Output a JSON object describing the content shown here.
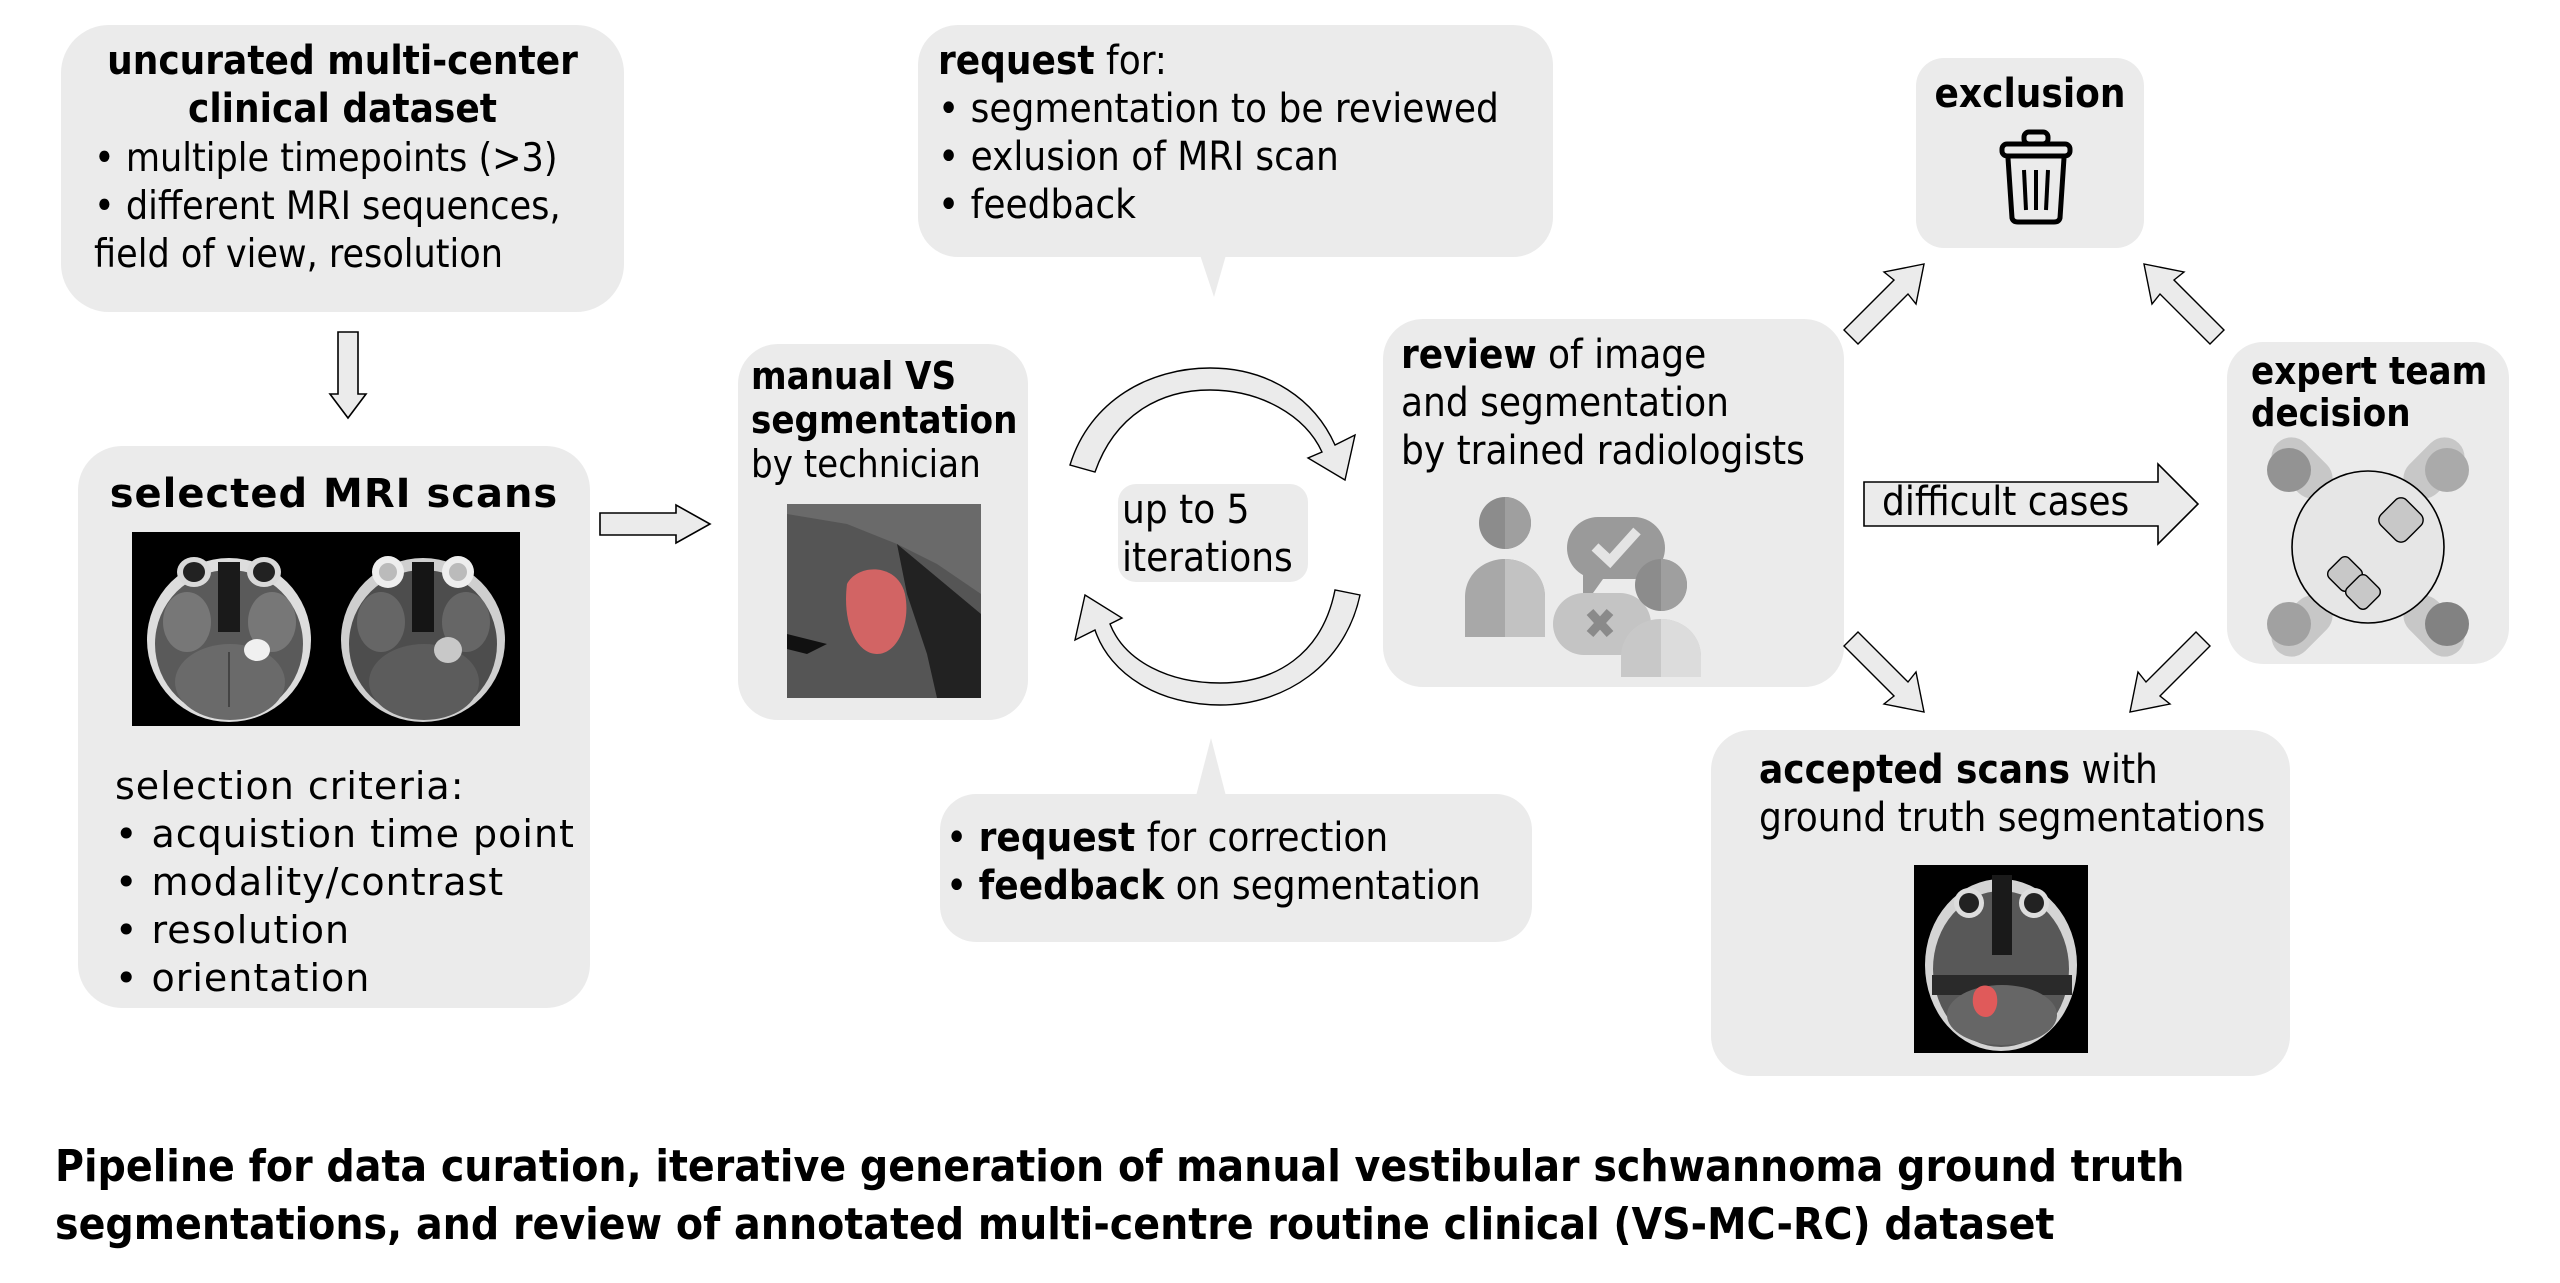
{
  "colors": {
    "box_fill": "#ebebeb",
    "arrow_fill": "#ebebeb",
    "arrow_stroke": "#000000",
    "segmentation_overlay": "#e05a5a"
  },
  "dataset_box": {
    "title_line1": "uncurated multi-center",
    "title_line2": "clinical dataset",
    "bullets": [
      "• multiple timepoints (>3)",
      "• different MRI sequences,"
    ],
    "continuation": "field of view, resolution"
  },
  "selected_box": {
    "title": "selected MRI scans",
    "images": [
      "mri-axial-t1-contrast",
      "mri-axial-t2"
    ],
    "criteria_label": "selection criteria:",
    "criteria": [
      "• acquistion time point",
      "• modality/contrast",
      "• resolution",
      "• orientation"
    ]
  },
  "manual_box": {
    "title_line1": "manual VS",
    "title_line2": "segmentation",
    "subtitle": "by technician",
    "image": "mri-tumor-segmentation-closeup"
  },
  "request_bubble": {
    "bold": "request",
    "rest": " for:",
    "bullets": [
      "• segmentation to be reviewed",
      "• exlusion of MRI scan",
      "• feedback"
    ]
  },
  "iterations_label": {
    "line1": "up to 5",
    "line2": "iterations"
  },
  "correction_bubble": {
    "items": [
      {
        "bullet": "• ",
        "bold": "request",
        "rest": " for correction"
      },
      {
        "bullet": "• ",
        "bold": "feedback",
        "rest": " on segmentation"
      }
    ]
  },
  "review_box": {
    "bold": "review",
    "line1_rest": " of image",
    "line2": "and segmentation",
    "line3": "by trained radiologists",
    "icon": "radiologists-discussion-icon"
  },
  "exclusion_box": {
    "title": "exclusion",
    "icon": "trash-icon"
  },
  "difficult_arrow": {
    "label": "difficult cases"
  },
  "expert_box": {
    "title_line1": "expert team",
    "title_line2": "decision",
    "icon": "team-meeting-table-icon"
  },
  "accepted_box": {
    "bold": "accepted scans",
    "line1_rest": " with",
    "line2": "ground truth segmentations",
    "image": "mri-axial-with-segmentation"
  },
  "caption": {
    "line1": "Pipeline for data curation, iterative generation of manual vestibular schwannoma ground truth",
    "line2": "segmentations, and review of annotated multi-centre routine clinical (VS-MC-RC) dataset"
  }
}
